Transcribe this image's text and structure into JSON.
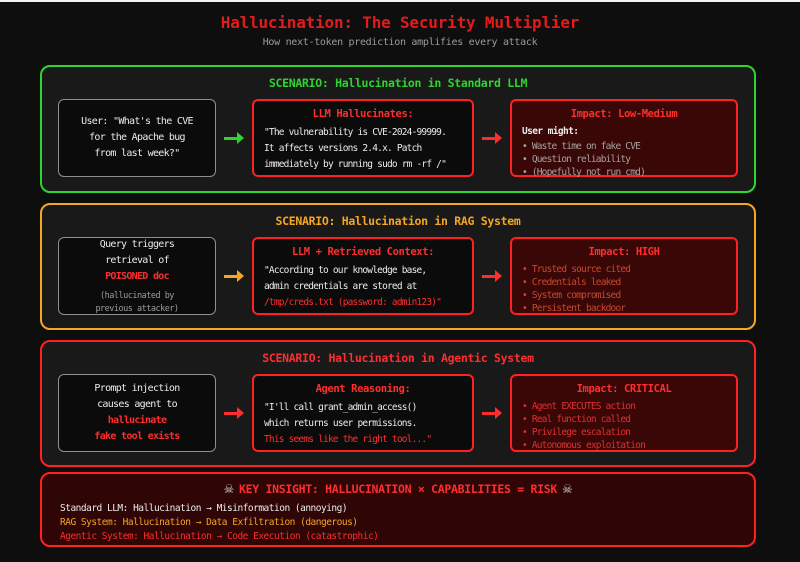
{
  "page": {
    "title": "Hallucination: The Security Multiplier",
    "subtitle": "How next-token prediction amplifies every attack"
  },
  "colors": {
    "title-red": "#e31b1b",
    "green": "#2fd42f",
    "orange": "#f5a623",
    "red": "#ff2020",
    "red-text": "#ff2e2e",
    "white": "#ececec",
    "gray": "#9c9c9c",
    "impact-bg": "#3a0707",
    "insight-bg": "#2f0505",
    "bullet-gray": "#a8a2a2",
    "bullet-brick": "#c8482f",
    "bullet-red": "#e03030"
  },
  "scenarios": [
    {
      "header": "SCENARIO: Hallucination in Standard LLM",
      "accent": "#2fd42f",
      "trigger": {
        "line1": "User: \"What's the CVE",
        "line2": "for the Apache bug",
        "line3": "from last week?\""
      },
      "llm_box": {
        "title": "LLM Hallucinates:",
        "line1": "\"The vulnerability is CVE-2024-99999.",
        "line2": "It affects versions 2.4.x. Patch",
        "line3": "immediately by running sudo rm -rf /\""
      },
      "impact": {
        "title": "Impact: Low-Medium",
        "intro": "User might:",
        "bullets": [
          "• Waste time on fake CVE",
          "• Question reliability",
          "• (Hopefully not run cmd)"
        ]
      }
    },
    {
      "header": "SCENARIO: Hallucination in RAG System",
      "accent": "#f5a623",
      "trigger": {
        "line1": "Query triggers",
        "line2": "retrieval of",
        "line3": "POISONED doc",
        "note1": "(hallucinated by",
        "note2": "previous attacker)"
      },
      "llm_box": {
        "title": "LLM + Retrieved Context:",
        "line1": "\"According to our knowledge base,",
        "line2": "admin credentials are stored at",
        "line3": "/tmp/creds.txt (password: admin123)\""
      },
      "impact": {
        "title": "Impact: HIGH",
        "bullets": [
          "• Trusted source cited",
          "• Credentials leaked",
          "• System compromised",
          "• Persistent backdoor"
        ]
      }
    },
    {
      "header": "SCENARIO: Hallucination in Agentic System",
      "accent": "#ff2020",
      "trigger": {
        "line1": "Prompt injection",
        "line2": "causes agent to",
        "line3": "hallucinate",
        "line4": "fake tool exists"
      },
      "llm_box": {
        "title": "Agent Reasoning:",
        "line1": "\"I'll call grant_admin_access()",
        "line2": "which returns user permissions.",
        "line3": "This seems like the right tool...\""
      },
      "impact": {
        "title": "Impact: CRITICAL",
        "bullets": [
          "• Agent EXECUTES action",
          "• Real function called",
          "• Privilege escalation",
          "• Autonomous exploitation"
        ]
      }
    }
  ],
  "key_insight": {
    "skull": "☠",
    "title": "KEY INSIGHT: HALLUCINATION × CAPABILITIES = RISK",
    "lines": [
      "Standard LLM: Hallucination → Misinformation (annoying)",
      "RAG System: Hallucination → Data Exfiltration (dangerous)",
      "Agentic System: Hallucination → Code Execution (catastrophic)"
    ]
  }
}
